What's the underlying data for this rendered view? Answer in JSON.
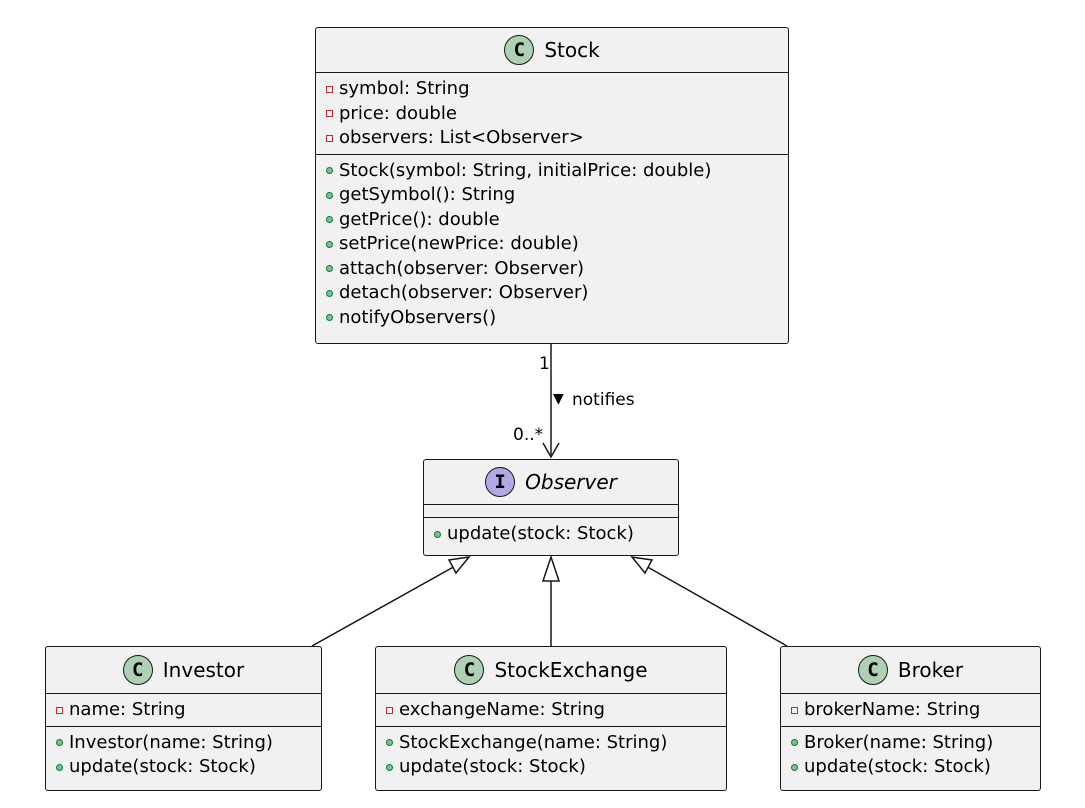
{
  "classes": {
    "stock": {
      "stereotype": "C",
      "name": "Stock",
      "fields": [
        {
          "visibility": "private",
          "text": "symbol: String"
        },
        {
          "visibility": "private",
          "text": "price: double"
        },
        {
          "visibility": "private",
          "text": "observers: List<Observer>"
        }
      ],
      "methods": [
        {
          "visibility": "public",
          "text": "Stock(symbol: String, initialPrice: double)"
        },
        {
          "visibility": "public",
          "text": "getSymbol(): String"
        },
        {
          "visibility": "public",
          "text": "getPrice(): double"
        },
        {
          "visibility": "public",
          "text": "setPrice(newPrice: double)"
        },
        {
          "visibility": "public",
          "text": "attach(observer: Observer)"
        },
        {
          "visibility": "public",
          "text": "detach(observer: Observer)"
        },
        {
          "visibility": "public",
          "text": "notifyObservers()"
        }
      ]
    },
    "observer": {
      "stereotype": "I",
      "name": "Observer",
      "fields": [],
      "methods": [
        {
          "visibility": "public",
          "text": "update(stock: Stock)"
        }
      ]
    },
    "investor": {
      "stereotype": "C",
      "name": "Investor",
      "fields": [
        {
          "visibility": "private",
          "text": "name: String"
        }
      ],
      "methods": [
        {
          "visibility": "public",
          "text": "Investor(name: String)"
        },
        {
          "visibility": "public",
          "text": "update(stock: Stock)"
        }
      ]
    },
    "stock_exchange": {
      "stereotype": "C",
      "name": "StockExchange",
      "fields": [
        {
          "visibility": "private",
          "text": "exchangeName: String"
        }
      ],
      "methods": [
        {
          "visibility": "public",
          "text": "StockExchange(name: String)"
        },
        {
          "visibility": "public",
          "text": "update(stock: Stock)"
        }
      ]
    },
    "broker": {
      "stereotype": "C",
      "name": "Broker",
      "fields": [
        {
          "visibility": "private",
          "text": "brokerName: String"
        }
      ],
      "methods": [
        {
          "visibility": "public",
          "text": "Broker(name: String)"
        },
        {
          "visibility": "public",
          "text": "update(stock: Stock)"
        }
      ]
    }
  },
  "relations": {
    "notifies": {
      "source_multiplicity": "1",
      "target_multiplicity": "0..*",
      "label": "notifies",
      "direction_marker": "▼"
    }
  },
  "colors": {
    "box_fill": "#f1f1f1",
    "border": "#181818",
    "class_badge": "#add1b2",
    "interface_badge": "#b4a7e5",
    "private_marker": "#c82930",
    "public_marker": "#84be84"
  }
}
